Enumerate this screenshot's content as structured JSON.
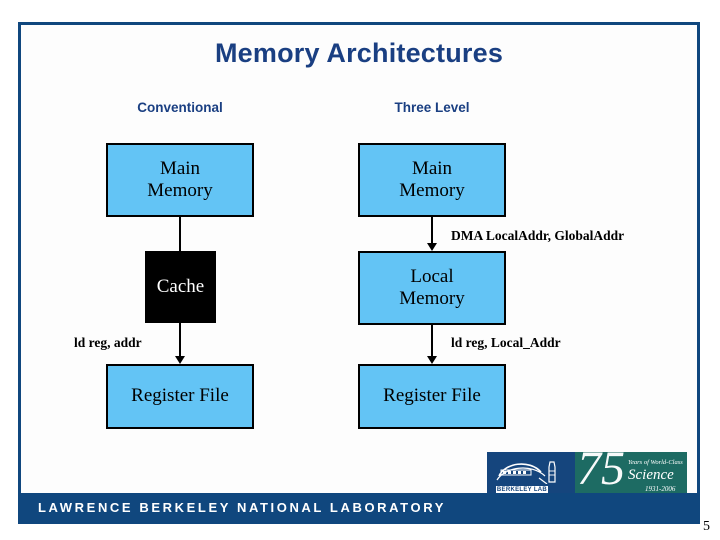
{
  "slide": {
    "title": "Memory Architectures",
    "page_number": "5",
    "accent_color": "#1a3f82",
    "frame_color": "#10477e",
    "box_fill": "#63c4f5",
    "box_dark_fill": "#000000"
  },
  "columns": [
    {
      "heading": "Conventional"
    },
    {
      "heading": "Three Level"
    }
  ],
  "diagram": {
    "conventional": {
      "boxes": [
        {
          "label_line1": "Main",
          "label_line2": "Memory",
          "style": "light"
        },
        {
          "label_line1": "Cache",
          "label_line2": "",
          "style": "dark"
        },
        {
          "label_line1": "Register File",
          "label_line2": "",
          "style": "light"
        }
      ],
      "edges": [
        {
          "label": ""
        },
        {
          "label": "ld reg, addr"
        }
      ]
    },
    "three_level": {
      "boxes": [
        {
          "label_line1": "Main",
          "label_line2": "Memory",
          "style": "light"
        },
        {
          "label_line1": "Local",
          "label_line2": "Memory",
          "style": "light"
        },
        {
          "label_line1": "Register File",
          "label_line2": "",
          "style": "light"
        }
      ],
      "edges": [
        {
          "label": "DMA LocalAddr, GlobalAddr"
        },
        {
          "label": "ld reg, Local_Addr"
        }
      ]
    }
  },
  "logo": {
    "lab_wordmark": "BERKELEY LAB",
    "anniversary_number": "75",
    "tagline_top": "Years of World-Class",
    "tagline_main": "Science",
    "tagline_years": "1931-2006",
    "lab_color": "#15457d",
    "anniversary_color": "#1d6b63"
  },
  "footer": {
    "organization": "LAWRENCE BERKELEY NATIONAL LABORATORY"
  }
}
